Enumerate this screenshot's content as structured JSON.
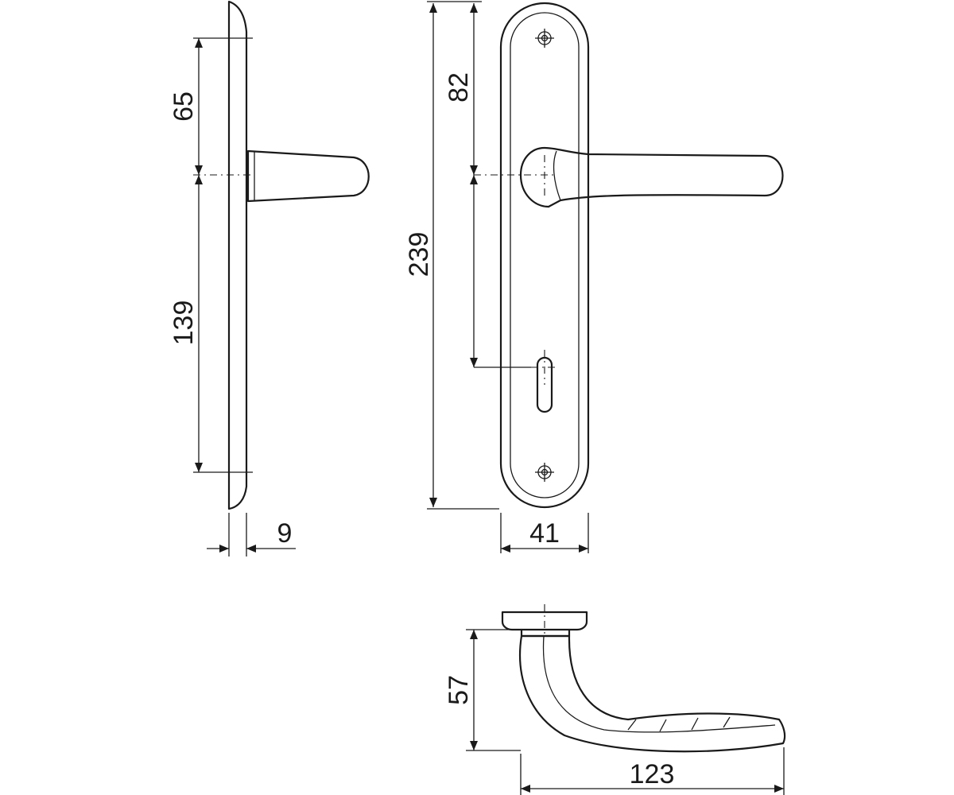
{
  "dimensions": {
    "side_upper": "65",
    "side_lower": "139",
    "side_thickness": "9",
    "front_total": "239",
    "front_top_to_handle": "82",
    "front_width": "41",
    "top_height": "57",
    "top_length": "123"
  },
  "colors": {
    "line": "#1a1a1a",
    "background": "#ffffff"
  }
}
